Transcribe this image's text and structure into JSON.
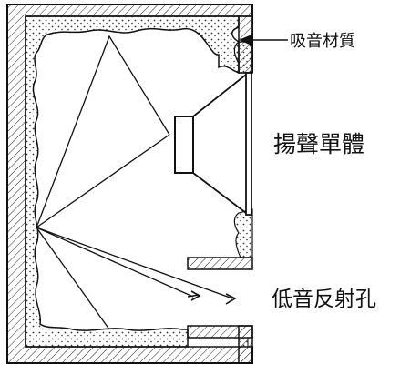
{
  "labels": {
    "absorbent_material": "吸音材質",
    "speaker_driver": "揚聲單體",
    "bass_reflex_port": "低音反射孔"
  },
  "colors": {
    "ink": "#111111",
    "background": "#ffffff"
  }
}
